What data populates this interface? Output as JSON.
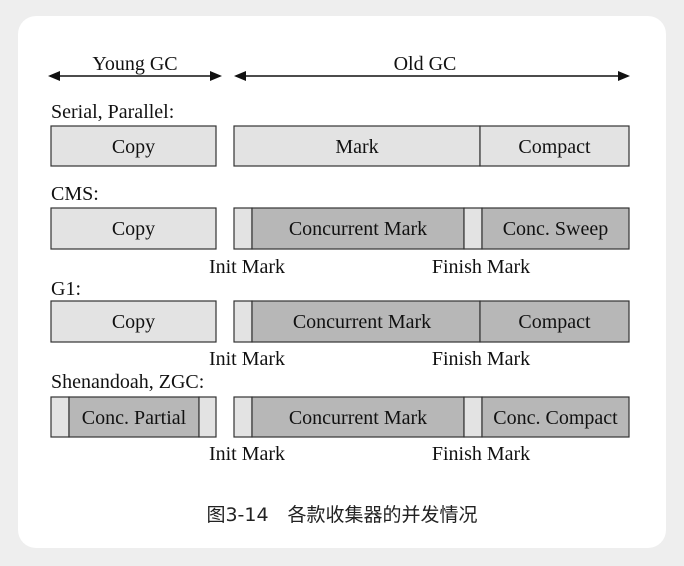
{
  "headers": {
    "young": "Young GC",
    "old": "Old GC"
  },
  "rows": [
    {
      "label": "Serial, Parallel:",
      "young": {
        "parts": [
          "Copy"
        ]
      },
      "old": {
        "parts": [
          "Mark",
          "Compact"
        ]
      },
      "markers": []
    },
    {
      "label": "CMS:",
      "young": {
        "parts": [
          "Copy"
        ]
      },
      "old": {
        "parts": [
          "",
          "Concurrent Mark",
          "",
          "Conc. Sweep"
        ]
      },
      "markers": [
        "Init Mark",
        "Finish Mark"
      ]
    },
    {
      "label": "G1:",
      "young": {
        "parts": [
          "Copy"
        ]
      },
      "old": {
        "parts": [
          "",
          "Concurrent Mark",
          "Compact"
        ]
      },
      "markers": [
        "Init Mark",
        "Finish Mark"
      ]
    },
    {
      "label": "Shenandoah, ZGC:",
      "young": {
        "parts": [
          "",
          "Conc. Partial",
          ""
        ]
      },
      "old": {
        "parts": [
          "",
          "Concurrent Mark",
          "",
          "Conc. Compact"
        ]
      },
      "markers": [
        "Init Mark",
        "Finish Mark"
      ]
    }
  ],
  "colors": {
    "stop_the_world": "#e3e3e3",
    "concurrent": "#b7b7b7",
    "border": "#333333"
  },
  "caption": "图3-14　各款收集器的并发情况"
}
